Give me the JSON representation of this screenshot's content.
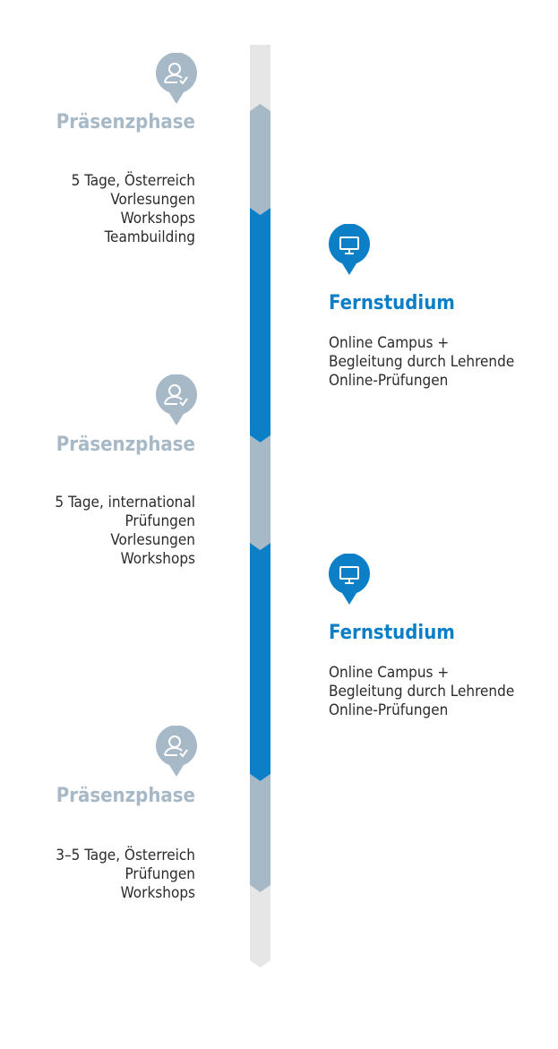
{
  "timeline": {
    "colors": {
      "presence": "#a7b9c6",
      "distance": "#0c7fc7",
      "edge": "#e6e6e6"
    },
    "icons": {
      "presence": "person-check-icon",
      "distance": "monitor-icon"
    }
  },
  "phases": [
    {
      "type": "presence",
      "title": "Präsenzphase",
      "lines": [
        "5 Tage, Österreich",
        "Vorlesungen",
        "Workshops",
        "Teambuilding"
      ]
    },
    {
      "type": "distance",
      "title": "Fernstudium",
      "lines": [
        "Online Campus +",
        "Begleitung durch Lehrende",
        "Online-Prüfungen"
      ]
    },
    {
      "type": "presence",
      "title": "Präsenzphase",
      "lines": [
        "5 Tage, international",
        "Prüfungen",
        "Vorlesungen",
        "Workshops"
      ]
    },
    {
      "type": "distance",
      "title": "Fernstudium",
      "lines": [
        "Online Campus +",
        "Begleitung durch Lehrende",
        "Online-Prüfungen"
      ]
    },
    {
      "type": "presence",
      "title": "Präsenzphase",
      "lines": [
        "3–5 Tage,  Österreich",
        "Prüfungen",
        "Workshops"
      ]
    }
  ]
}
